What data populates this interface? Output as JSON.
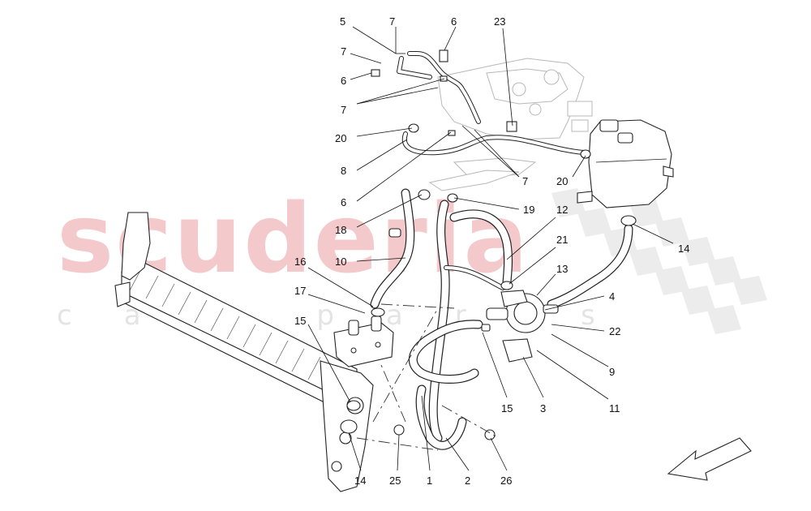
{
  "watermark": {
    "brand": "scuderia",
    "sub": "car parts",
    "brand_color": "#f4c9cc",
    "sub_color": "#e4e4e4"
  },
  "direction_arrow": "front-direction-arrow",
  "callouts": [
    {
      "id": "c5",
      "label": "5"
    },
    {
      "id": "c7a",
      "label": "7"
    },
    {
      "id": "c6a",
      "label": "6"
    },
    {
      "id": "c23",
      "label": "23"
    },
    {
      "id": "c7b",
      "label": "7"
    },
    {
      "id": "c6b",
      "label": "6"
    },
    {
      "id": "c7c",
      "label": "7"
    },
    {
      "id": "c20a",
      "label": "20"
    },
    {
      "id": "c8",
      "label": "8"
    },
    {
      "id": "c7d",
      "label": "7"
    },
    {
      "id": "c20b",
      "label": "20"
    },
    {
      "id": "c6c",
      "label": "6"
    },
    {
      "id": "c18",
      "label": "18"
    },
    {
      "id": "c19",
      "label": "19"
    },
    {
      "id": "c12",
      "label": "12"
    },
    {
      "id": "c14a",
      "label": "14"
    },
    {
      "id": "c10",
      "label": "10"
    },
    {
      "id": "c21",
      "label": "21"
    },
    {
      "id": "c16",
      "label": "16"
    },
    {
      "id": "c13",
      "label": "13"
    },
    {
      "id": "c17",
      "label": "17"
    },
    {
      "id": "c4",
      "label": "4"
    },
    {
      "id": "c15a",
      "label": "15"
    },
    {
      "id": "c22",
      "label": "22"
    },
    {
      "id": "c9",
      "label": "9"
    },
    {
      "id": "c15b",
      "label": "15"
    },
    {
      "id": "c3",
      "label": "3"
    },
    {
      "id": "c11",
      "label": "11"
    },
    {
      "id": "c14b",
      "label": "14"
    },
    {
      "id": "c25",
      "label": "25"
    },
    {
      "id": "c1",
      "label": "1"
    },
    {
      "id": "c2",
      "label": "2"
    },
    {
      "id": "c26",
      "label": "26"
    }
  ]
}
